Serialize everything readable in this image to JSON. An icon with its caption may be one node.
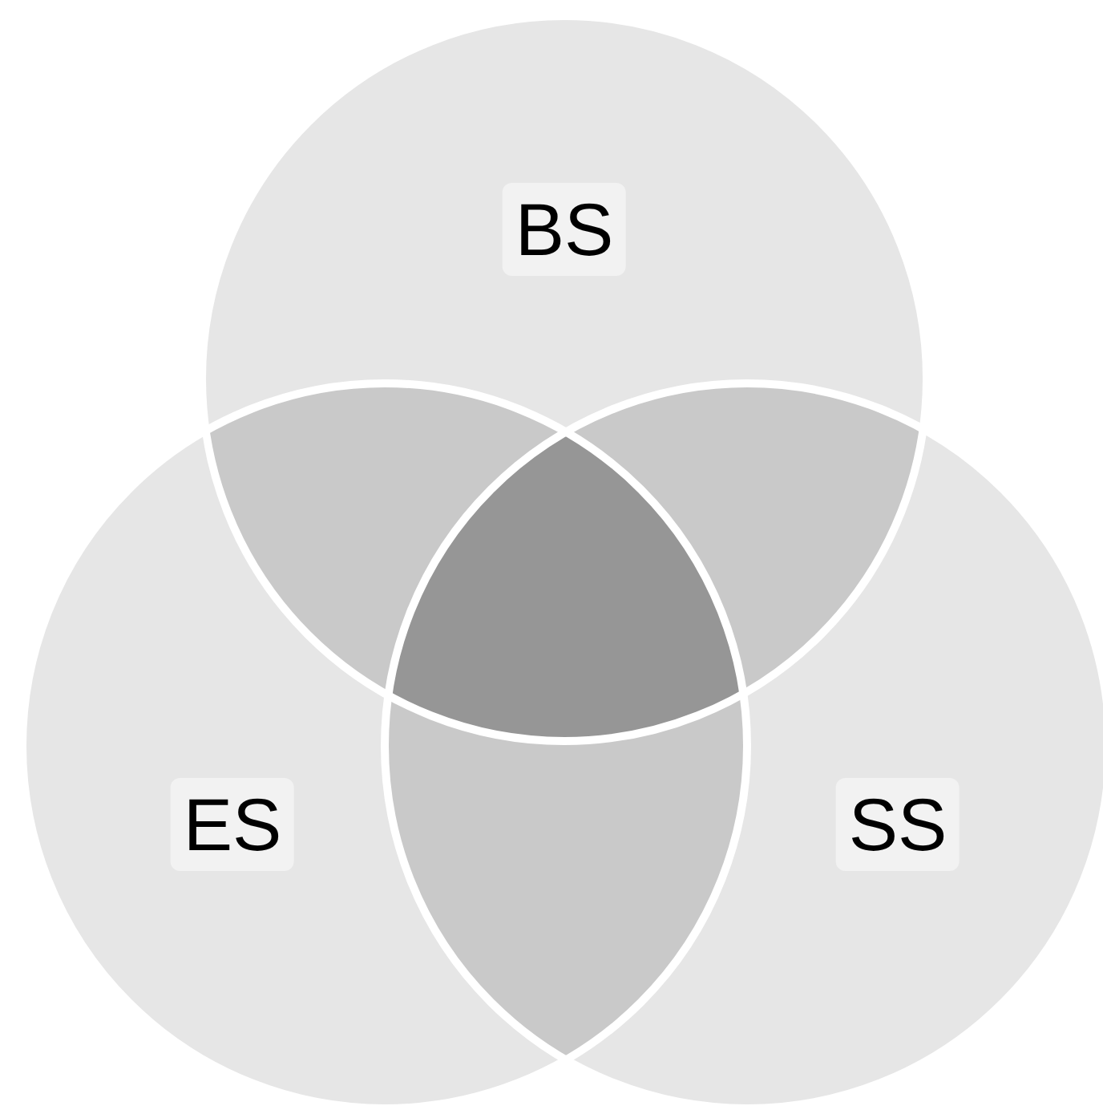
{
  "diagram": {
    "nodes": [
      {
        "text": [
          "BS"
        ]
      },
      {
        "text": [
          "ES"
        ]
      },
      {
        "text": [
          "SS"
        ]
      }
    ]
  }
}
